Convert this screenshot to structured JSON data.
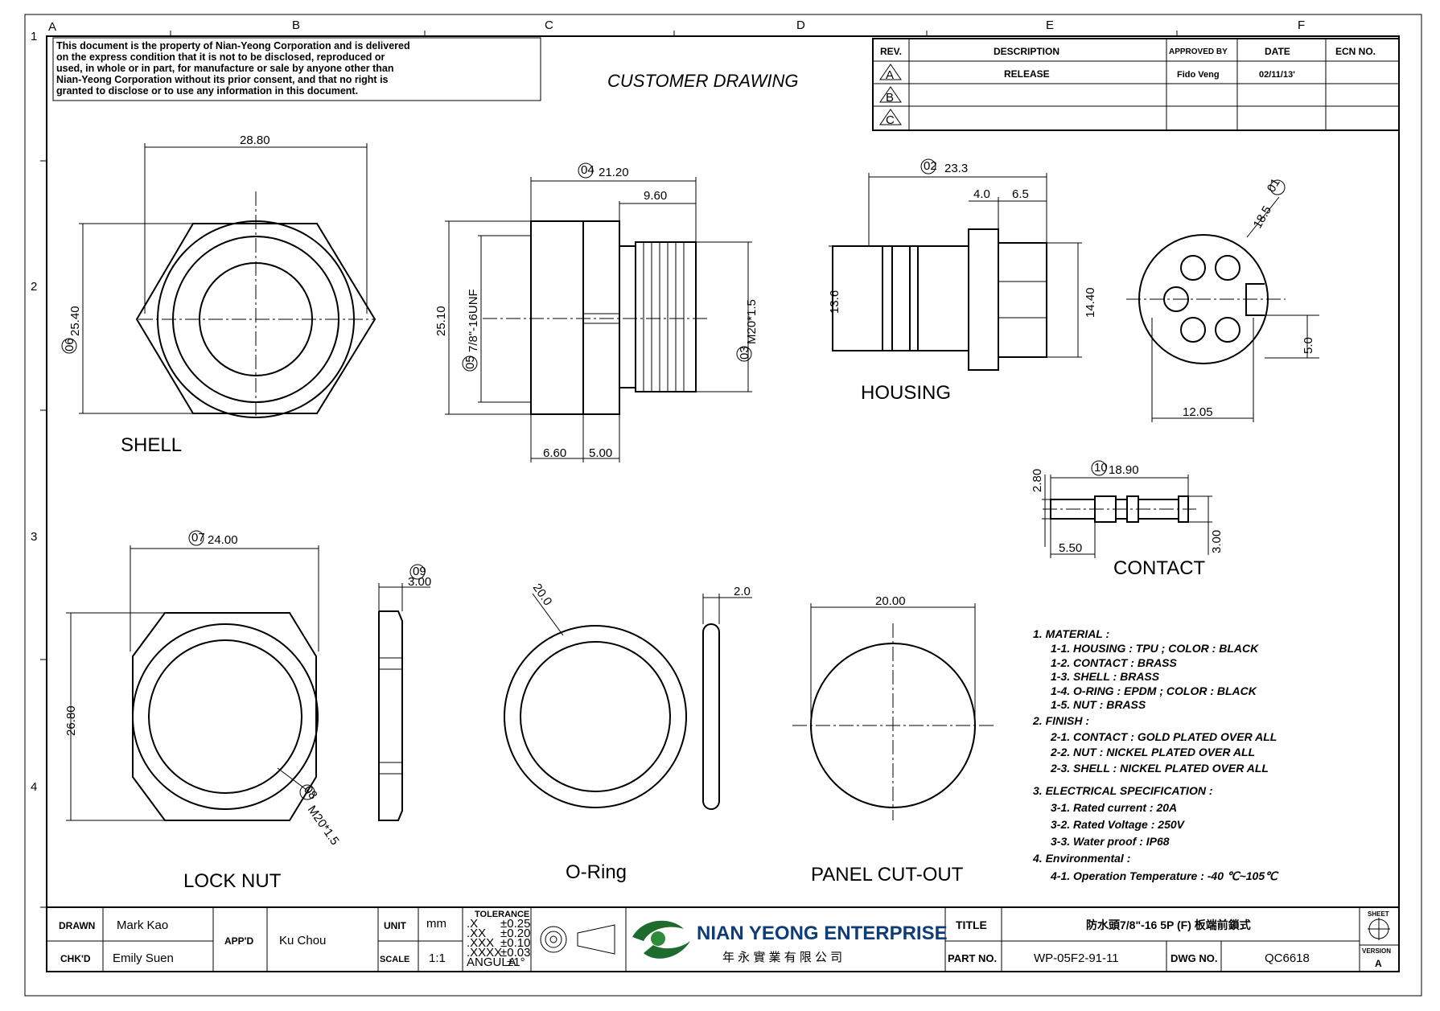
{
  "frame": {
    "col_labels": [
      "A",
      "B",
      "C",
      "D",
      "E",
      "F"
    ],
    "row_labels": [
      "1",
      "2",
      "3",
      "4"
    ]
  },
  "notice": {
    "lines": [
      "This document is the property of Nian-Yeong Corporation and is delivered",
      "on the express condition that it is not to be disclosed, reproduced or",
      "used, in whole or in part, for manufacture or sale by anyone other than",
      "Nian-Yeong Corporation without its prior consent, and that no right is",
      "granted to disclose or to use any information in this document."
    ]
  },
  "heading": "CUSTOMER DRAWING",
  "revision_table": {
    "headers": [
      "REV.",
      "DESCRIPTION",
      "APPROVED BY",
      "DATE",
      "ECN NO."
    ],
    "rows": [
      {
        "rev": "A",
        "description": "RELEASE",
        "approved": "Fido Veng",
        "date": "02/11/13'",
        "ecn": ""
      },
      {
        "rev": "B",
        "description": "",
        "approved": "",
        "date": "",
        "ecn": ""
      },
      {
        "rev": "C",
        "description": "",
        "approved": "",
        "date": "",
        "ecn": ""
      }
    ]
  },
  "views": {
    "shell": {
      "label": "SHELL",
      "width": "28.80",
      "height": "25.40",
      "balloon": "06"
    },
    "side": {
      "overall": "21.20",
      "overall_balloon": "04",
      "thread_len": "9.60",
      "hex_height": "25.10",
      "unf": "7/8\"-16UNF",
      "unf_balloon": "05",
      "metric": "M20*1.5",
      "metric_balloon": "03",
      "seg1": "6.60",
      "seg2": "5.00"
    },
    "housing": {
      "label": "HOUSING",
      "overall": "23.3",
      "overall_balloon": "02",
      "seg_a": "4.0",
      "seg_b": "6.5",
      "left_dia": "13.6",
      "right_dia": "14.40"
    },
    "face": {
      "dia": "18.5",
      "dia_balloon": "01",
      "width": "12.05",
      "key": "5.0"
    },
    "contact": {
      "label": "CONTACT",
      "length": "18.90",
      "length_balloon": "10",
      "dia": "2.80",
      "tip": "5.50",
      "body": "3.00"
    },
    "lock_nut": {
      "label": "LOCK NUT",
      "width": "24.00",
      "width_balloon": "07",
      "height": "26.80",
      "thread": "M20*1.5",
      "thread_balloon": "08"
    },
    "nut_side": {
      "thick": "3.00",
      "balloon": "09"
    },
    "oring": {
      "label": "O-Ring",
      "dia": "20.0",
      "thick": "2.0"
    },
    "panel": {
      "label": "PANEL CUT-OUT",
      "dia": "20.00"
    }
  },
  "notes": [
    "1. MATERIAL :",
    "1-1. HOUSING : TPU ; COLOR : BLACK",
    "1-2. CONTACT : BRASS",
    "1-3. SHELL : BRASS",
    "1-4. O-RING : EPDM ; COLOR : BLACK",
    "1-5. NUT : BRASS",
    "2. FINISH :",
    "2-1. CONTACT : GOLD PLATED OVER ALL",
    "2-2. NUT : NICKEL PLATED OVER ALL",
    "2-3. SHELL : NICKEL PLATED OVER ALL",
    "3. ELECTRICAL SPECIFICATION :",
    "3-1. Rated current : 20A",
    "3-2. Rated Voltage : 250V",
    "3-3. Water proof : IP68",
    "4. Environmental :",
    "4-1. Operation Temperature : -40 ℃~105℃"
  ],
  "title_block": {
    "drawn_label": "DRAWN",
    "drawn": "Mark Kao",
    "chkd_label": "CHK'D",
    "chkd": "Emily Suen",
    "appd_label": "APP'D",
    "appd": "Ku Chou",
    "unit_label": "UNIT",
    "unit": "mm",
    "scale_label": "SCALE",
    "scale": "1:1",
    "tolerance_title": "TOLERANCE",
    "tolerance": [
      {
        "k": ".X",
        "v": "±0.25"
      },
      {
        "k": ".XX",
        "v": "±0.20"
      },
      {
        "k": ".XXX",
        "v": "±0.10"
      },
      {
        "k": ".XXXX",
        "v": "±0.03"
      },
      {
        "k": "ANGULA",
        "v": "±1°"
      }
    ],
    "company": "NIAN YEONG ENTERPRISE",
    "company_cn": "年 永 實 業 有 限 公 司",
    "title_label": "TITLE",
    "title": "防水頭7/8\"-16 5P (F) 板端前鎖式",
    "part_label": "PART NO.",
    "part": "WP-05F2-91-11",
    "dwg_label": "DWG NO.",
    "dwg": "QC6618",
    "sheet_label": "SHEET",
    "version_label": "VERSION",
    "version": "A"
  }
}
